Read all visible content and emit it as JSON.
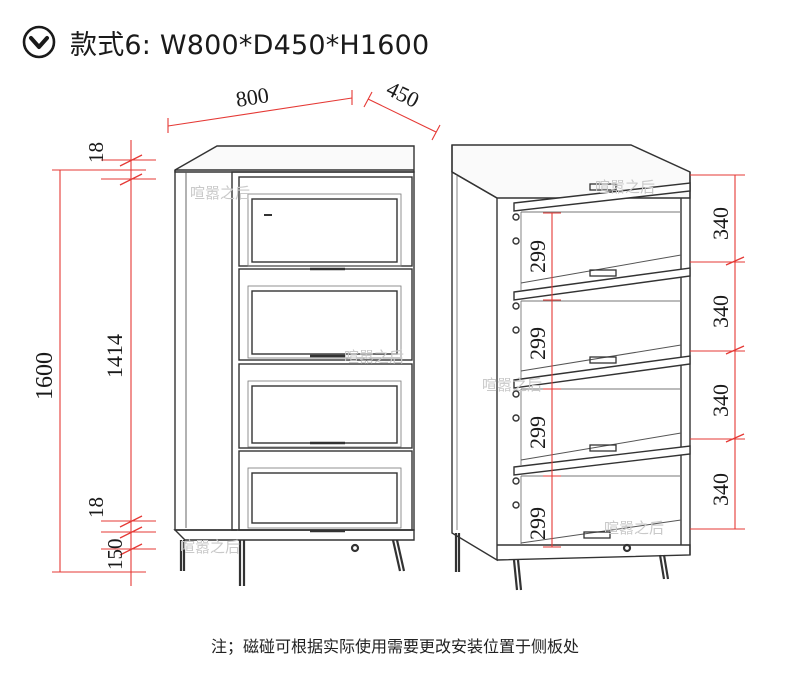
{
  "title": "款式6: W800*D450*H1600",
  "note": "注；磁碰可根据实际使用需要更改安装位置于侧板处",
  "watermark": "喧嚣之后",
  "dimensions": {
    "width": "800",
    "depth": "450",
    "height": "1600",
    "top_board": "18",
    "body": "1414",
    "bottom_board": "18",
    "leg": "150",
    "shelf_spacing": [
      "340",
      "340",
      "340",
      "340"
    ],
    "shelf_opening": [
      "299",
      "299",
      "299",
      "299"
    ]
  },
  "colors": {
    "dimension_line": "#e53935",
    "outline": "#333333",
    "accent": "#1a1a1a"
  }
}
